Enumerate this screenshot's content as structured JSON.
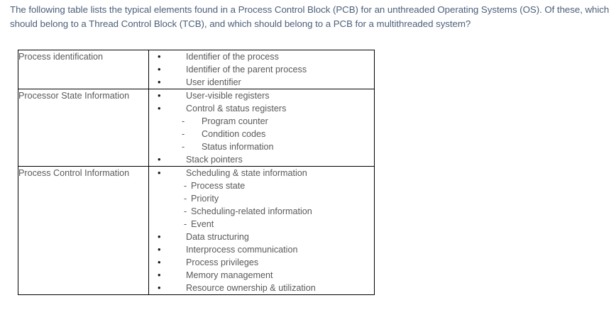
{
  "question": {
    "text": "The following table lists the typical elements found in a Process Control Block (PCB) for an unthreaded Operating Systems (OS). Of these, which should belong to a Thread Control Block (TCB), and which should belong to a PCB for a multithreaded system?"
  },
  "table": {
    "rows": [
      {
        "category": "Process identification",
        "items": [
          {
            "text": "Identifier of the process",
            "sub": []
          },
          {
            "text": "Identifier of the parent process",
            "sub": []
          },
          {
            "text": "User identifier",
            "sub": []
          }
        ]
      },
      {
        "category": "Processor State Information",
        "sub_style": "gap",
        "items": [
          {
            "text": "User-visible registers",
            "sub": []
          },
          {
            "text": "Control & status registers",
            "sub": [
              "Program counter",
              "Condition codes",
              "Status information"
            ]
          },
          {
            "text": "Stack pointers",
            "sub": []
          }
        ]
      },
      {
        "category": "Process Control Information",
        "sub_style": "tight",
        "items": [
          {
            "text": "Scheduling & state information",
            "sub": [
              "Process state",
              "Priority",
              "Scheduling-related information",
              "Event"
            ]
          },
          {
            "text": "Data structuring",
            "sub": []
          },
          {
            "text": "Interprocess communication",
            "sub": []
          },
          {
            "text": "Process privileges",
            "sub": []
          },
          {
            "text": "Memory management",
            "sub": []
          },
          {
            "text": "Resource ownership & utilization",
            "sub": []
          }
        ]
      }
    ]
  },
  "colors": {
    "prose": "#4c6079",
    "table_text": "#595959",
    "border": "#000000",
    "background": "#ffffff"
  }
}
